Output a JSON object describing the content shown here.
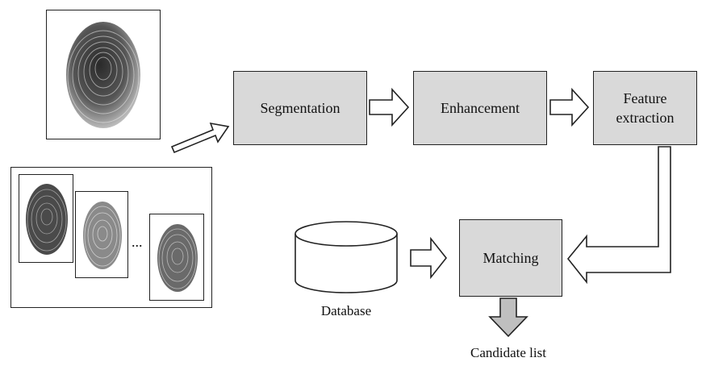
{
  "diagram": {
    "steps": {
      "segmentation": "Segmentation",
      "enhancement": "Enhancement",
      "feature_extraction": "Feature extraction",
      "matching": "Matching"
    },
    "database_label": "Database",
    "output_label": "Candidate list",
    "gallery_ellipsis": "...",
    "colors": {
      "step_fill": "#d9d9d9",
      "outline": "#222222",
      "output_arrow_fill": "#bfbfbf"
    },
    "icons": {
      "query_print": "fingerprint-icon",
      "gallery_prints": "fingerprint-icon"
    }
  }
}
